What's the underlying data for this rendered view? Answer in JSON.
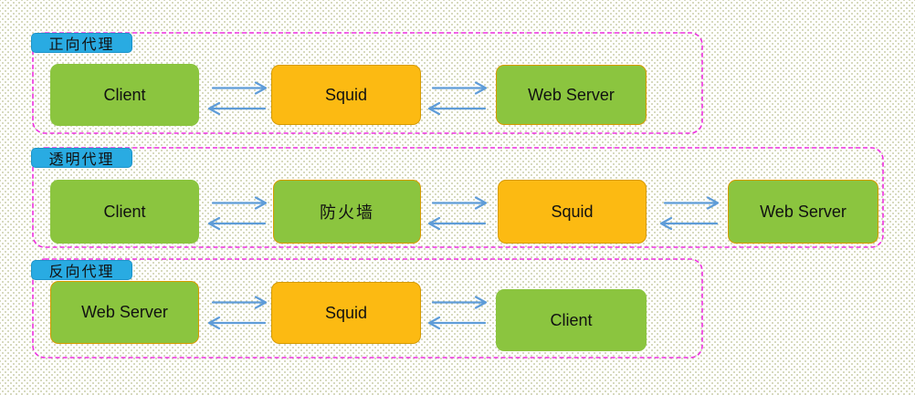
{
  "colors": {
    "node_green": "#8bc53f",
    "node_orange": "#fcba12",
    "node_border_orange": "#d79b00",
    "label_blue": "#29abe2",
    "frame_magenta": "#ee30e0",
    "arrow_blue": "#5e9cd8"
  },
  "sections": [
    {
      "label": "正向代理",
      "nodes": [
        {
          "label": "Client"
        },
        {
          "label": "Squid"
        },
        {
          "label": "Web Server"
        }
      ]
    },
    {
      "label": "透明代理",
      "nodes": [
        {
          "label": "Client"
        },
        {
          "label": "防火墙"
        },
        {
          "label": "Squid"
        },
        {
          "label": "Web Server"
        }
      ]
    },
    {
      "label": "反向代理",
      "nodes": [
        {
          "label": "Web Server"
        },
        {
          "label": "Squid"
        },
        {
          "label": "Client"
        }
      ]
    }
  ]
}
